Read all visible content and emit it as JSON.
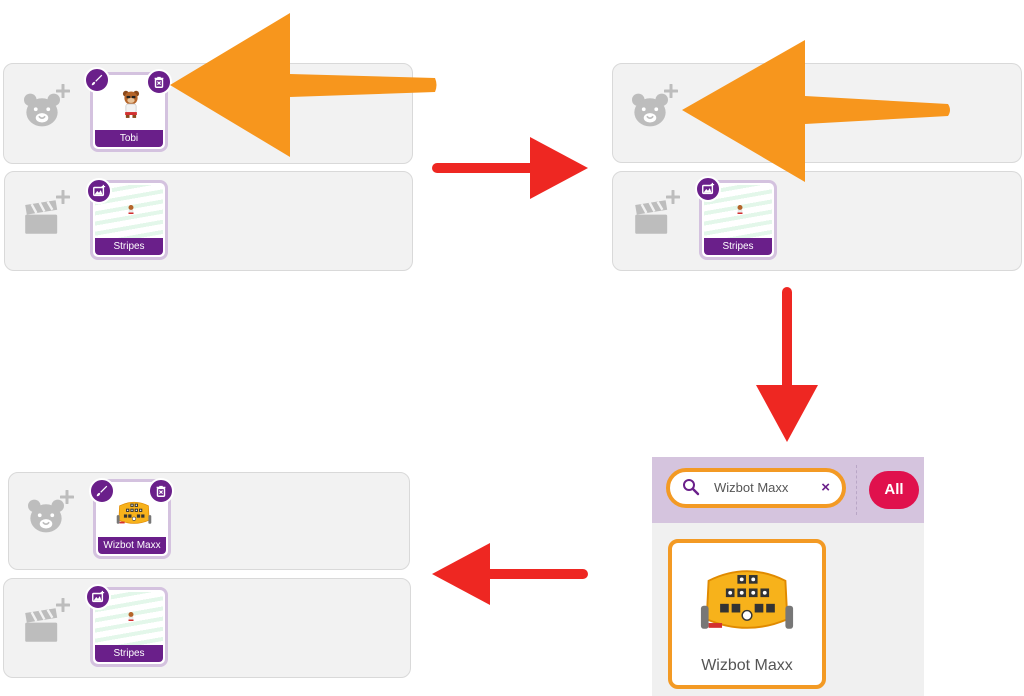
{
  "panels": {
    "tl": {
      "sprite_label": "Tobi",
      "backdrop_label": "Stripes"
    },
    "tr": {
      "backdrop_label": "Stripes"
    },
    "bl": {
      "sprite_label": "Wizbot Maxx",
      "backdrop_label": "Stripes"
    }
  },
  "library": {
    "search_value": "Wizbot Maxx",
    "clear_symbol": "×",
    "filter_all_label": "All",
    "result_label": "Wizbot Maxx"
  },
  "icons": {
    "add_sprite": "bear-plus-icon",
    "add_backdrop": "clapperboard-plus-icon",
    "edit": "paintbrush-icon",
    "delete": "trash-icon",
    "backdrop_badge": "image-icon",
    "search": "magnifier-icon"
  },
  "colors": {
    "accent_purple": "#6a1f8a",
    "card_border": "#d4c2df",
    "highlight_orange": "#f39a24",
    "arrow_orange": "#f7961d",
    "arrow_red": "#ee2722",
    "all_button": "#e0114d",
    "pane_bg": "#f2f2f2"
  }
}
